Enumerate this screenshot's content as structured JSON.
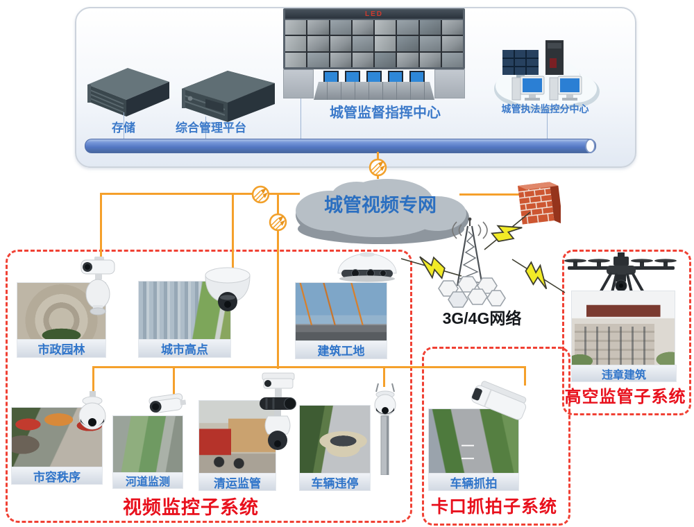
{
  "header": {
    "storage": "存储",
    "platform": "综合管理平台",
    "led": "LED",
    "command_center": "城管监督指挥中心",
    "subcenter": "城管执法监控分中心"
  },
  "network": {
    "private_net": "城管视频专网",
    "cellular": "3G/4G网络"
  },
  "video_subsystem": {
    "title": "视频监控子系统",
    "items": [
      {
        "label": "市政园林",
        "camera": "ptz-positioning-camera",
        "scene": "park"
      },
      {
        "label": "城市高点",
        "camera": "dome-camera",
        "scene": "city-aerial"
      },
      {
        "label": "建筑工地",
        "camera": "panoramic-camera",
        "scene": "construction-site"
      },
      {
        "label": "市容秩序",
        "camera": "speed-dome-camera",
        "scene": "street-market"
      },
      {
        "label": "河道监测",
        "camera": "bullet-camera",
        "scene": "river"
      },
      {
        "label": "清运监管",
        "camera": "multi-sensor-camera",
        "scene": "dump-truck"
      },
      {
        "label": "车辆违停",
        "camera": "mini-ptz-pole-camera",
        "scene": "parked-suv"
      }
    ]
  },
  "checkpoint_subsystem": {
    "title": "卡口抓拍子系统",
    "items": [
      {
        "label": "车辆抓拍",
        "camera": "checkpoint-capture-camera",
        "scene": "street-road"
      }
    ]
  },
  "aerial_subsystem": {
    "title": "高空监管子系统",
    "items": [
      {
        "label": "违章建筑",
        "camera": "drone",
        "scene": "illegal-building"
      }
    ]
  },
  "icons": {
    "switch": "network-switch-icon",
    "firewall": "firewall-brick-icon",
    "tower": "cellular-tower-icon",
    "lightning": "wireless-link-icon",
    "cloud": "cloud-icon"
  },
  "colors": {
    "line_orange": "#F5A02B",
    "title_red": "#E8101C",
    "dashed_red": "#F04134",
    "label_blue": "#2F74C9",
    "pipe_blue": "#5376C2",
    "cloud_gray": "#B7BFC6",
    "led_red": "#CF3A2E"
  }
}
